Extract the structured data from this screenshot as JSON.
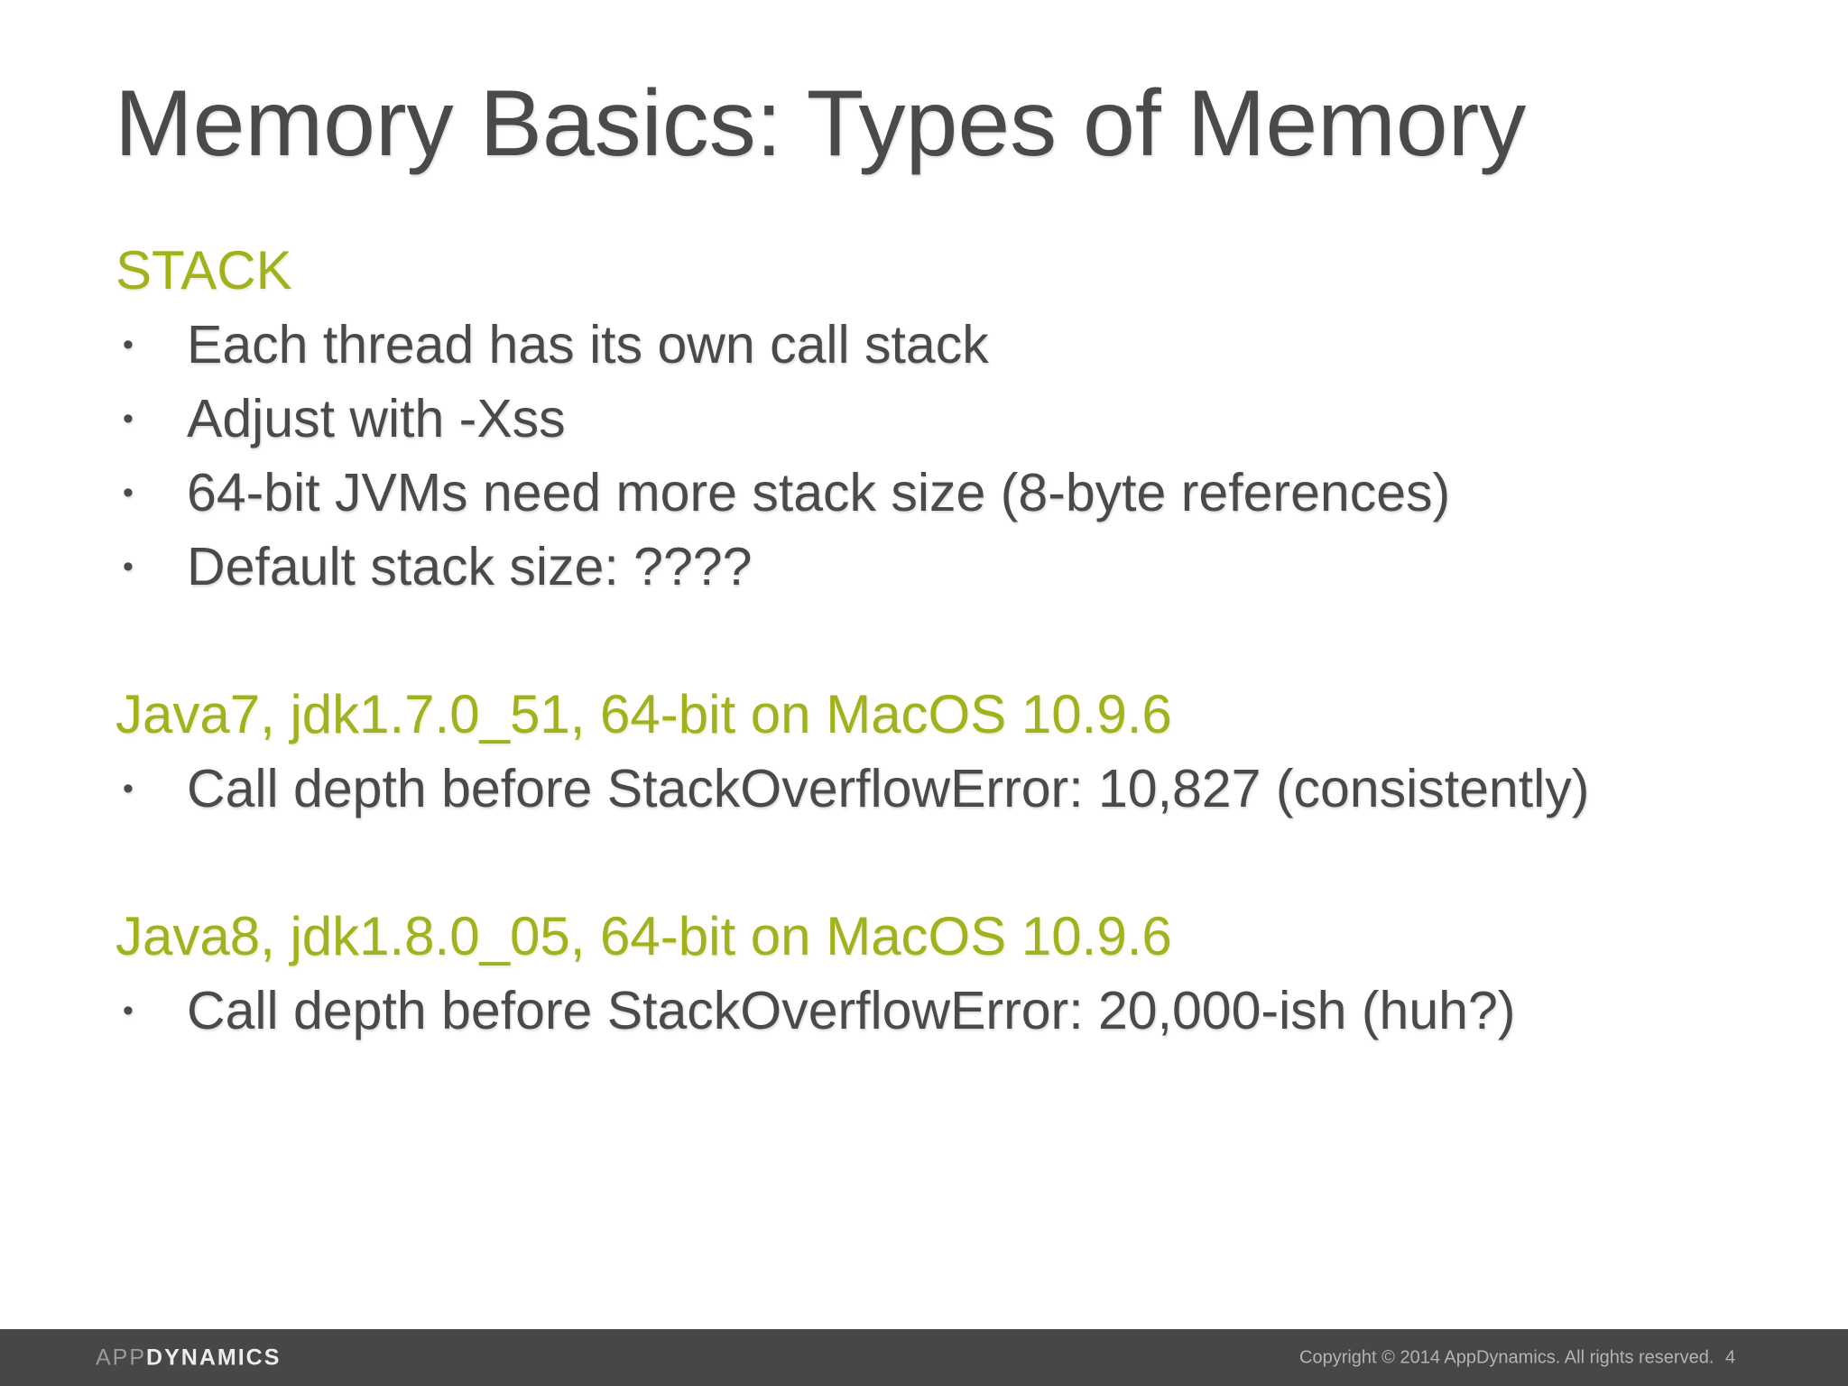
{
  "slide": {
    "title": "Memory Basics: Types of Memory",
    "page_number": "4",
    "colors": {
      "accent_green": "#a1b21c",
      "text_gray": "#4a4a4a",
      "footer_bg": "#474747"
    },
    "sections": [
      {
        "heading": "STACK",
        "bullets": [
          "Each thread has its own call stack",
          "Adjust with -Xss",
          "64-bit JVMs need more stack size (8-byte references)",
          "Default stack size: ????"
        ]
      },
      {
        "heading": "Java7, jdk1.7.0_51, 64-bit on MacOS 10.9.6",
        "bullets": [
          "Call depth before StackOverflowError: 10,827 (consistently)"
        ]
      },
      {
        "heading": "Java8, jdk1.8.0_05, 64-bit on MacOS 10.9.6",
        "bullets": [
          "Call depth before StackOverflowError: 20,000-ish (huh?)"
        ]
      }
    ],
    "footer": {
      "logo_prefix": "APP",
      "logo_suffix": "DYNAMICS",
      "copyright": "Copyright © 2014 AppDynamics. All rights reserved."
    }
  }
}
